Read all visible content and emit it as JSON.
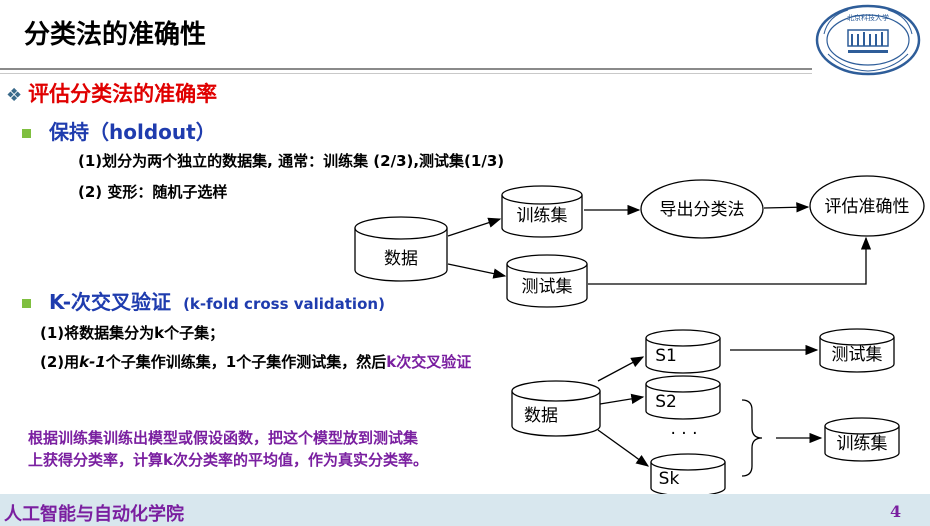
{
  "title": "分类法的准确性",
  "logo": {
    "text_top": "北京科技大学"
  },
  "heading1": {
    "bullet": "❖",
    "text": "评估分类法的准确率"
  },
  "holdout": {
    "heading": "保持（holdout）",
    "line1": "(1)划分为两个独立的数据集, 通常：训练集 (2/3),测试集(1/3)",
    "line2": "(2) 变形：随机子选样"
  },
  "holdout_diagram": {
    "data": "数据",
    "train": "训练集",
    "test": "测试集",
    "derive": "导出分类法",
    "evaluate": "评估准确性"
  },
  "kfold": {
    "heading": "K-次交叉验证",
    "heading_en": "(k-fold cross validation)",
    "line1": "(1)将数据集分为k个子集；",
    "line2_a": "(2)用",
    "line2_b": "k-1",
    "line2_c": "个子集作训练集，1个子集作测试集，然后",
    "line2_d": "k次交叉验证"
  },
  "kfold_diagram": {
    "data": "数据",
    "s1": "S1",
    "s2": "S2",
    "dots": "· · ·",
    "sk": "Sk",
    "test": "测试集",
    "train": "训练集"
  },
  "note": {
    "line1": "根据训练集训练出模型或假设函数，把这个模型放到测试集",
    "line2": "上获得分类率，计算k次分类率的平均值，作为真实分类率。"
  },
  "footer": {
    "text": "人工智能与自动化学院",
    "page": "4"
  },
  "colors": {
    "heading_red": "#e00000",
    "heading_blue": "#1f3cae",
    "purple": "#7a1fa0",
    "bullet_green": "#7fbf3f",
    "footer_bg": "#d8e7ee"
  }
}
